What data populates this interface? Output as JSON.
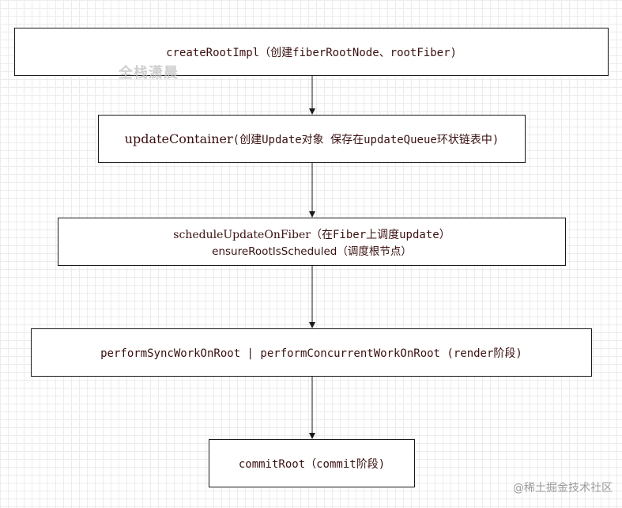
{
  "nodes": {
    "create_root_impl": {
      "text": "createRootImpl（创建fiberRootNode、rootFiber)"
    },
    "update_container": {
      "fn": "updateContainer",
      "desc": "(创建Update对象 保存在updateQueue环状链表中)"
    },
    "schedule_update": {
      "fn": "scheduleUpdateOnFiber",
      "desc": "（在Fiber上调度update）",
      "line2": "ensureRootIsScheduled（调度根节点）"
    },
    "perform_work": {
      "text": "performSyncWorkOnRoot | performConcurrentWorkOnRoot (render阶段)"
    },
    "commit_root": {
      "text": "commitRoot（commit阶段)"
    }
  },
  "watermark": "全栈潇晨",
  "footer_credit": "@稀土掘金技术社区",
  "colors": {
    "text": "#3a1010",
    "border": "#1a1a1a",
    "grid": "#ececec",
    "watermark": "#bebebe",
    "footer": "#9a9a9a"
  }
}
